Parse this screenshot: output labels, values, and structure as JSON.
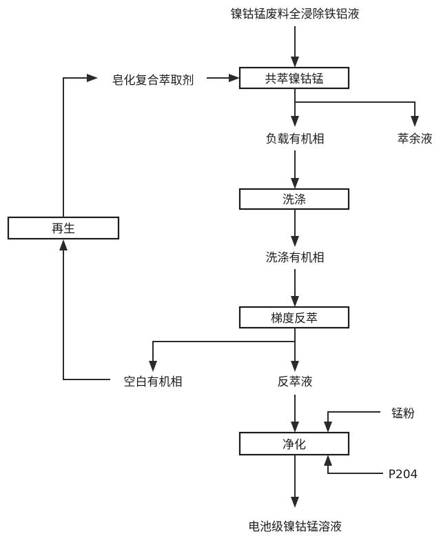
{
  "nodes": {
    "feed": "镍钴锰废料全浸除铁铝液",
    "co_extraction": "共萃镍钴锰",
    "extractant": "皂化复合萃取剂",
    "loaded_organic": "负载有机相",
    "raffinate": "萃余液",
    "washing": "洗涤",
    "washed_organic": "洗涤有机相",
    "regeneration": "再生",
    "gradient_stripping": "梯度反萃",
    "blank_organic": "空白有机相",
    "strip_liquor": "反萃液",
    "manganese_powder": "锰粉",
    "purification": "净化",
    "p204": "P204",
    "product": "电池级镍钴锰溶液"
  }
}
